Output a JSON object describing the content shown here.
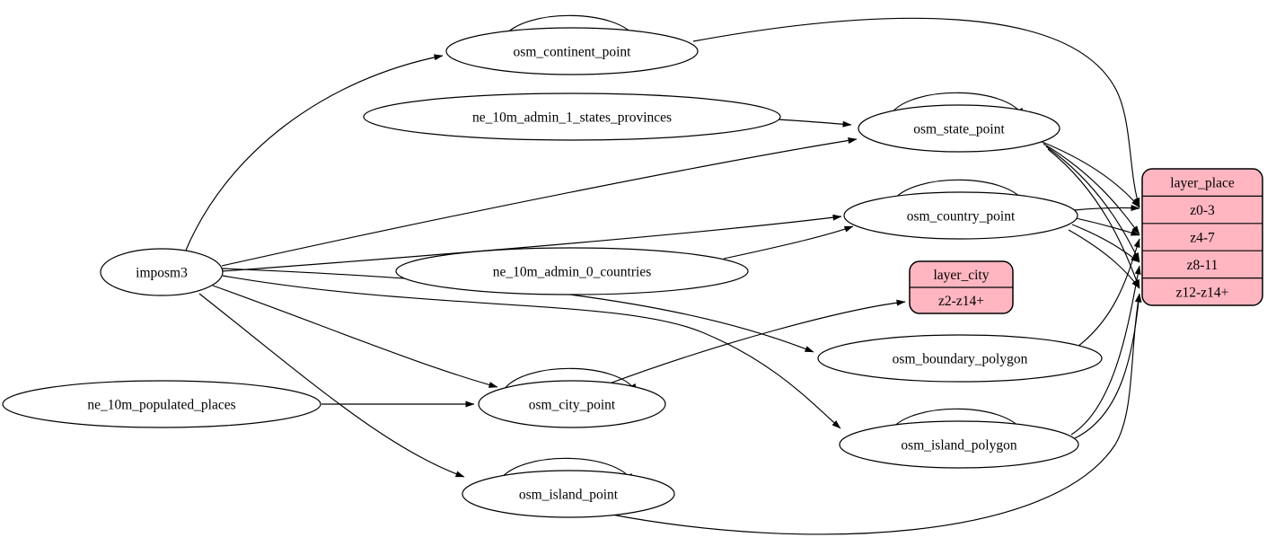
{
  "diagram": {
    "kind": "graphviz-etl-graph",
    "colors": {
      "background": "#ffffff",
      "node_fill": "#ffffff",
      "node_stroke": "#000000",
      "record_fill": "#ffb6c1",
      "edge": "#000000",
      "text": "#000000"
    },
    "nodes": [
      {
        "id": "imposm3",
        "label": "imposm3"
      },
      {
        "id": "osm_continent_point",
        "label": "osm_continent_point"
      },
      {
        "id": "ne_10m_admin_1_states_provinces",
        "label": "ne_10m_admin_1_states_provinces"
      },
      {
        "id": "osm_state_point",
        "label": "osm_state_point"
      },
      {
        "id": "osm_country_point",
        "label": "osm_country_point"
      },
      {
        "id": "ne_10m_admin_0_countries",
        "label": "ne_10m_admin_0_countries"
      },
      {
        "id": "osm_boundary_polygon",
        "label": "osm_boundary_polygon"
      },
      {
        "id": "osm_city_point",
        "label": "osm_city_point"
      },
      {
        "id": "ne_10m_populated_places",
        "label": "ne_10m_populated_places"
      },
      {
        "id": "osm_island_polygon",
        "label": "osm_island_polygon"
      },
      {
        "id": "osm_island_point",
        "label": "osm_island_point"
      }
    ],
    "records": [
      {
        "id": "layer_city",
        "title": "layer_city",
        "rows": [
          "z2-z14+"
        ]
      },
      {
        "id": "layer_place",
        "title": "layer_place",
        "rows": [
          "z0-3",
          "z4-7",
          "z8-11",
          "z12-z14+"
        ]
      }
    ],
    "self_loop_nodes": [
      "osm_continent_point",
      "osm_state_point",
      "osm_country_point",
      "osm_city_point",
      "osm_island_polygon",
      "osm_island_point"
    ],
    "edges": [
      {
        "from": "imposm3",
        "to": "osm_continent_point"
      },
      {
        "from": "imposm3",
        "to": "osm_state_point"
      },
      {
        "from": "imposm3",
        "to": "osm_country_point"
      },
      {
        "from": "imposm3",
        "to": "osm_city_point"
      },
      {
        "from": "imposm3",
        "to": "osm_island_point"
      },
      {
        "from": "imposm3",
        "to": "osm_island_polygon"
      },
      {
        "from": "imposm3",
        "to": "osm_boundary_polygon"
      },
      {
        "from": "ne_10m_admin_1_states_provinces",
        "to": "osm_state_point"
      },
      {
        "from": "ne_10m_admin_0_countries",
        "to": "osm_country_point"
      },
      {
        "from": "ne_10m_populated_places",
        "to": "osm_city_point"
      },
      {
        "from": "osm_city_point",
        "to": "layer_city:z2-z14+"
      },
      {
        "from": "osm_continent_point",
        "to": "layer_place:z0-3"
      },
      {
        "from": "osm_state_point",
        "to": "layer_place:z0-3"
      },
      {
        "from": "osm_state_point",
        "to": "layer_place:z4-7"
      },
      {
        "from": "osm_state_point",
        "to": "layer_place:z8-11"
      },
      {
        "from": "osm_state_point",
        "to": "layer_place:z12-z14+"
      },
      {
        "from": "osm_country_point",
        "to": "layer_place:z0-3"
      },
      {
        "from": "osm_country_point",
        "to": "layer_place:z4-7"
      },
      {
        "from": "osm_country_point",
        "to": "layer_place:z8-11"
      },
      {
        "from": "osm_country_point",
        "to": "layer_place:z12-z14+"
      },
      {
        "from": "osm_boundary_polygon",
        "to": "layer_place:z4-7"
      },
      {
        "from": "osm_island_polygon",
        "to": "layer_place:z8-11"
      },
      {
        "from": "osm_island_polygon",
        "to": "layer_place:z12-z14+"
      },
      {
        "from": "osm_island_point",
        "to": "layer_place:z12-z14+"
      }
    ]
  }
}
